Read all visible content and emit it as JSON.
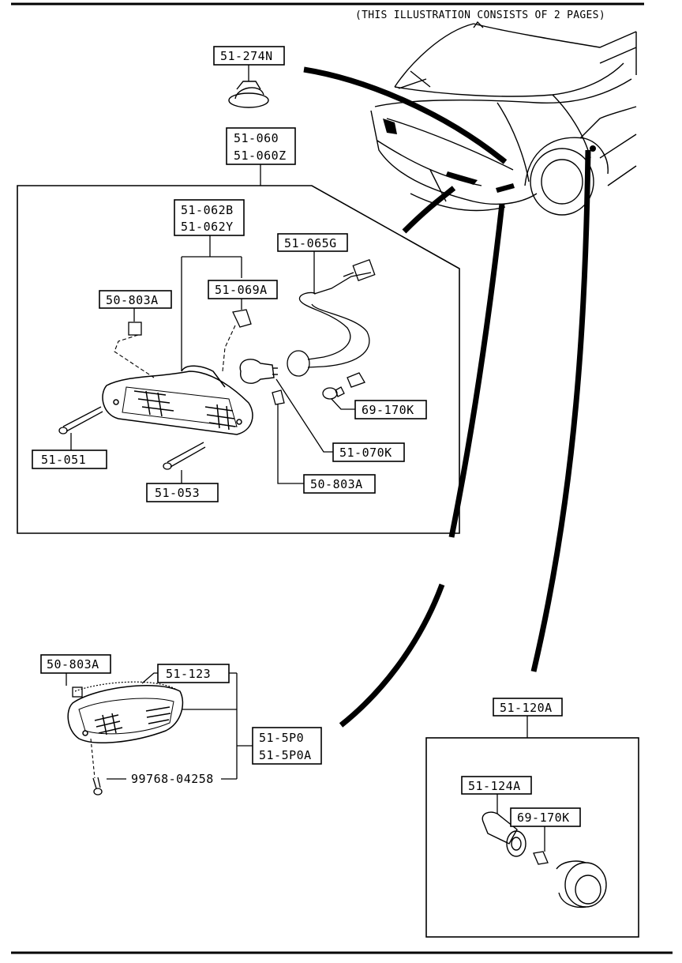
{
  "header_note": "(THIS ILLUSTRATION CONSISTS OF  2 PAGES)",
  "parts": {
    "p51_274n": "51-274N",
    "p51_060": "51-060",
    "p51_060z": "51-060Z",
    "p51_062b": "51-062B",
    "p51_062y": "51-062Y",
    "p51_065g": "51-065G",
    "p50_803a_top": "50-803A",
    "p51_069a": "51-069A",
    "p69_170k_top": "69-170K",
    "p51_070k": "51-070K",
    "p51_051": "51-051",
    "p51_053": "51-053",
    "p50_803a_mid": "50-803A",
    "p50_803a_bottom": "50-803A",
    "p51_123": "51-123",
    "p51_5p0": "51-5P0",
    "p51_5p0a": "51-5P0A",
    "p99768_04258": "99768-04258",
    "p51_120a": "51-120A",
    "p51_124a": "51-124A",
    "p69_170k_bottom": "69-170K"
  }
}
